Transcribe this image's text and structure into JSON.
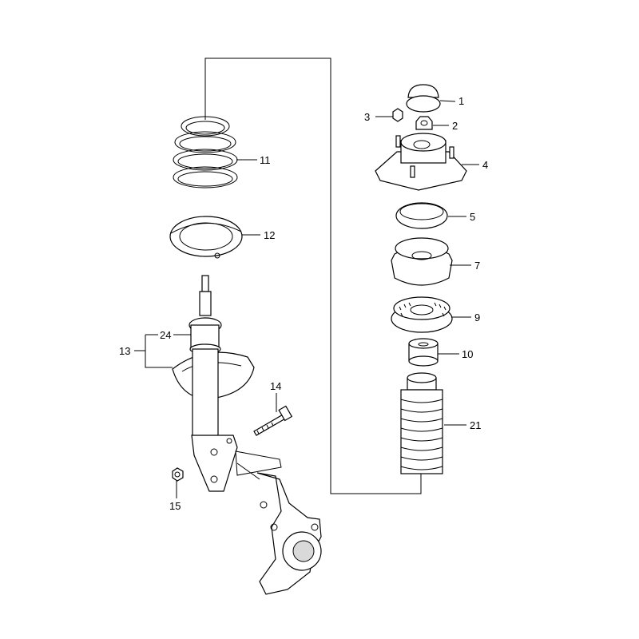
{
  "labels": {
    "l1": "1",
    "l2": "2",
    "l3": "3",
    "l4": "4",
    "l5": "5",
    "l7": "7",
    "l9": "9",
    "l10": "10",
    "l11": "11",
    "l12": "12",
    "l13": "13",
    "l14": "14",
    "l15": "15",
    "l21": "21",
    "l24": "24"
  }
}
